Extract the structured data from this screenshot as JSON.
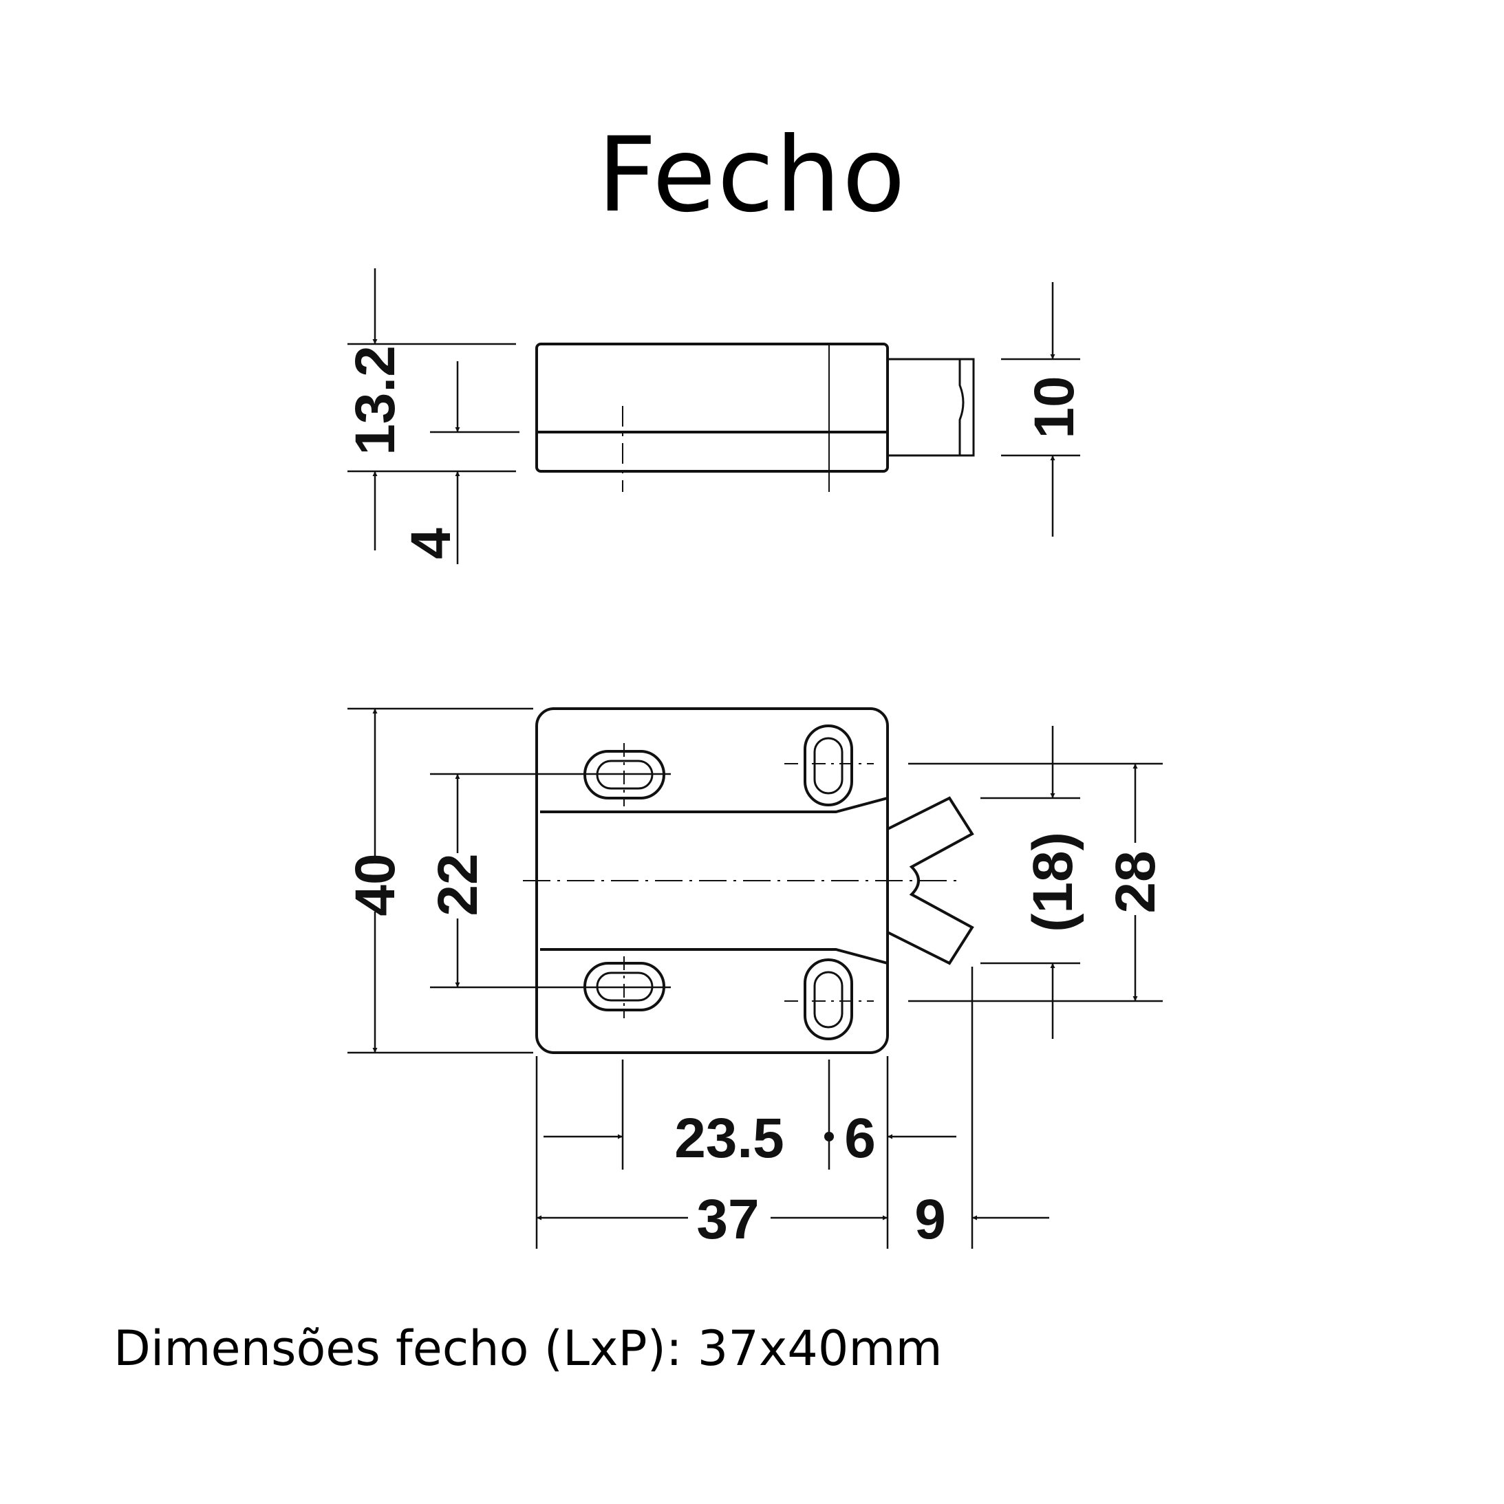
{
  "title": "Fecho",
  "caption": "Dimensões fecho (LxP): 37x40mm",
  "dimensions": {
    "side_height": "13.2",
    "side_base": "4",
    "side_flap": "10",
    "front_height": "40",
    "front_hole_spacing": "22",
    "front_flap_inner": "(18)",
    "front_flap_outer": "28",
    "front_hole_offset": "23.5",
    "front_hole_to_edge": "6",
    "front_width": "37",
    "front_flap_depth": "9"
  }
}
